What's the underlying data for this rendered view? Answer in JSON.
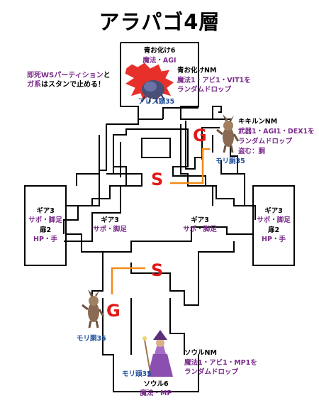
{
  "title": "アラパゴ4層",
  "walls_color": "#000000",
  "start_goal_color": "#e21818",
  "path_color": "#f08a18",
  "start_label": "S",
  "goal_label": "G",
  "top_room": {
    "name": "青お化け6",
    "drops": "魔法・AGI"
  },
  "nm_ghost": {
    "name": "青お化けNM",
    "drop_line1": "魔法1・アビ1・VIT1を",
    "drop_line2": "ランダムドロップ",
    "note_line1": "即死WSパーティションと",
    "note_line2": "ガ系はスタンで止める！",
    "note_line1_highlight": "即死WSパーティション",
    "note_line1_plain": "と",
    "note_line2_highlight": "ガ系",
    "note_line2_plain": "はスタンで止める！",
    "bottom_label": "アレス頭35",
    "burst_color": "#e8302a"
  },
  "nm_kirin": {
    "name": "キキルンNM",
    "drop_line1": "武器1・AGI1・DEX1を",
    "drop_line2": "ランダムドロップ",
    "drop_line3": "盗む：胴",
    "bottom_label": "モリ胴35"
  },
  "left_room_outer": {
    "line1": "ギア3",
    "line2": "サポ・脚足",
    "line3": "扉2",
    "line4": "HP・手"
  },
  "left_room_inner": {
    "line1": "ギア3",
    "line2": "サポ・脚足"
  },
  "right_room_inner": {
    "line1": "ギア3",
    "line2": "サポ・脚足"
  },
  "right_room_outer": {
    "line1": "ギア3",
    "line2": "サポ・脚足",
    "line3": "扉2",
    "line4": "HP・手"
  },
  "kirin_left": {
    "bottom_label": "モリ胴35"
  },
  "nm_soul": {
    "name": "ソウルNM",
    "drop_line1": "魔法1・アビ1・MP1を",
    "drop_line2": "ランダムドロップ",
    "left_label": "モリ頭35"
  },
  "bottom_room": {
    "name": "ソウル6",
    "drops": "魔法・MP"
  }
}
